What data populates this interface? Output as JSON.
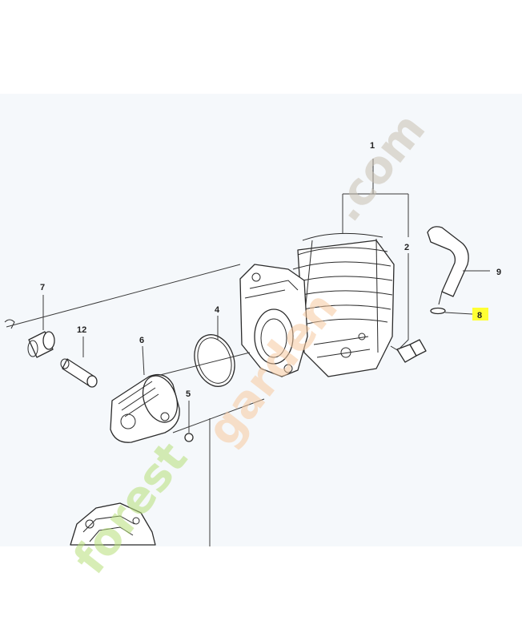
{
  "background_panel_color": "#f5f8fb",
  "highlight_color": "#ffff33",
  "watermark": {
    "text": "forestgarden.com",
    "colors": {
      "forest": "#b7e07a",
      "garden": "#f7c9a0",
      "dotcom": "#c8c0b2"
    }
  },
  "callouts": {
    "c1": "1",
    "c2": "2",
    "c4": "4",
    "c5": "5",
    "c6": "6",
    "c7": "7",
    "c8": "8",
    "c9": "9",
    "c12": "12"
  },
  "highlighted_callout": "8"
}
